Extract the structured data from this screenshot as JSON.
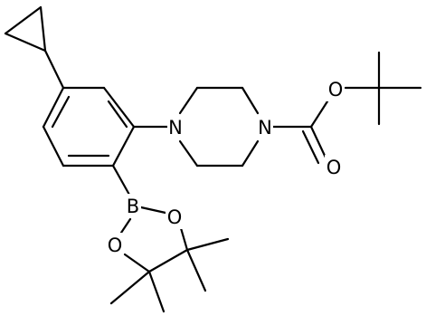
{
  "molecule": {
    "atoms": [
      {
        "id": "N1",
        "label": "N"
      },
      {
        "id": "N2",
        "label": "N"
      },
      {
        "id": "O1",
        "label": "O"
      },
      {
        "id": "O2",
        "label": "O"
      },
      {
        "id": "B1",
        "label": "B"
      },
      {
        "id": "O3",
        "label": "O"
      },
      {
        "id": "O4",
        "label": "O"
      }
    ]
  }
}
